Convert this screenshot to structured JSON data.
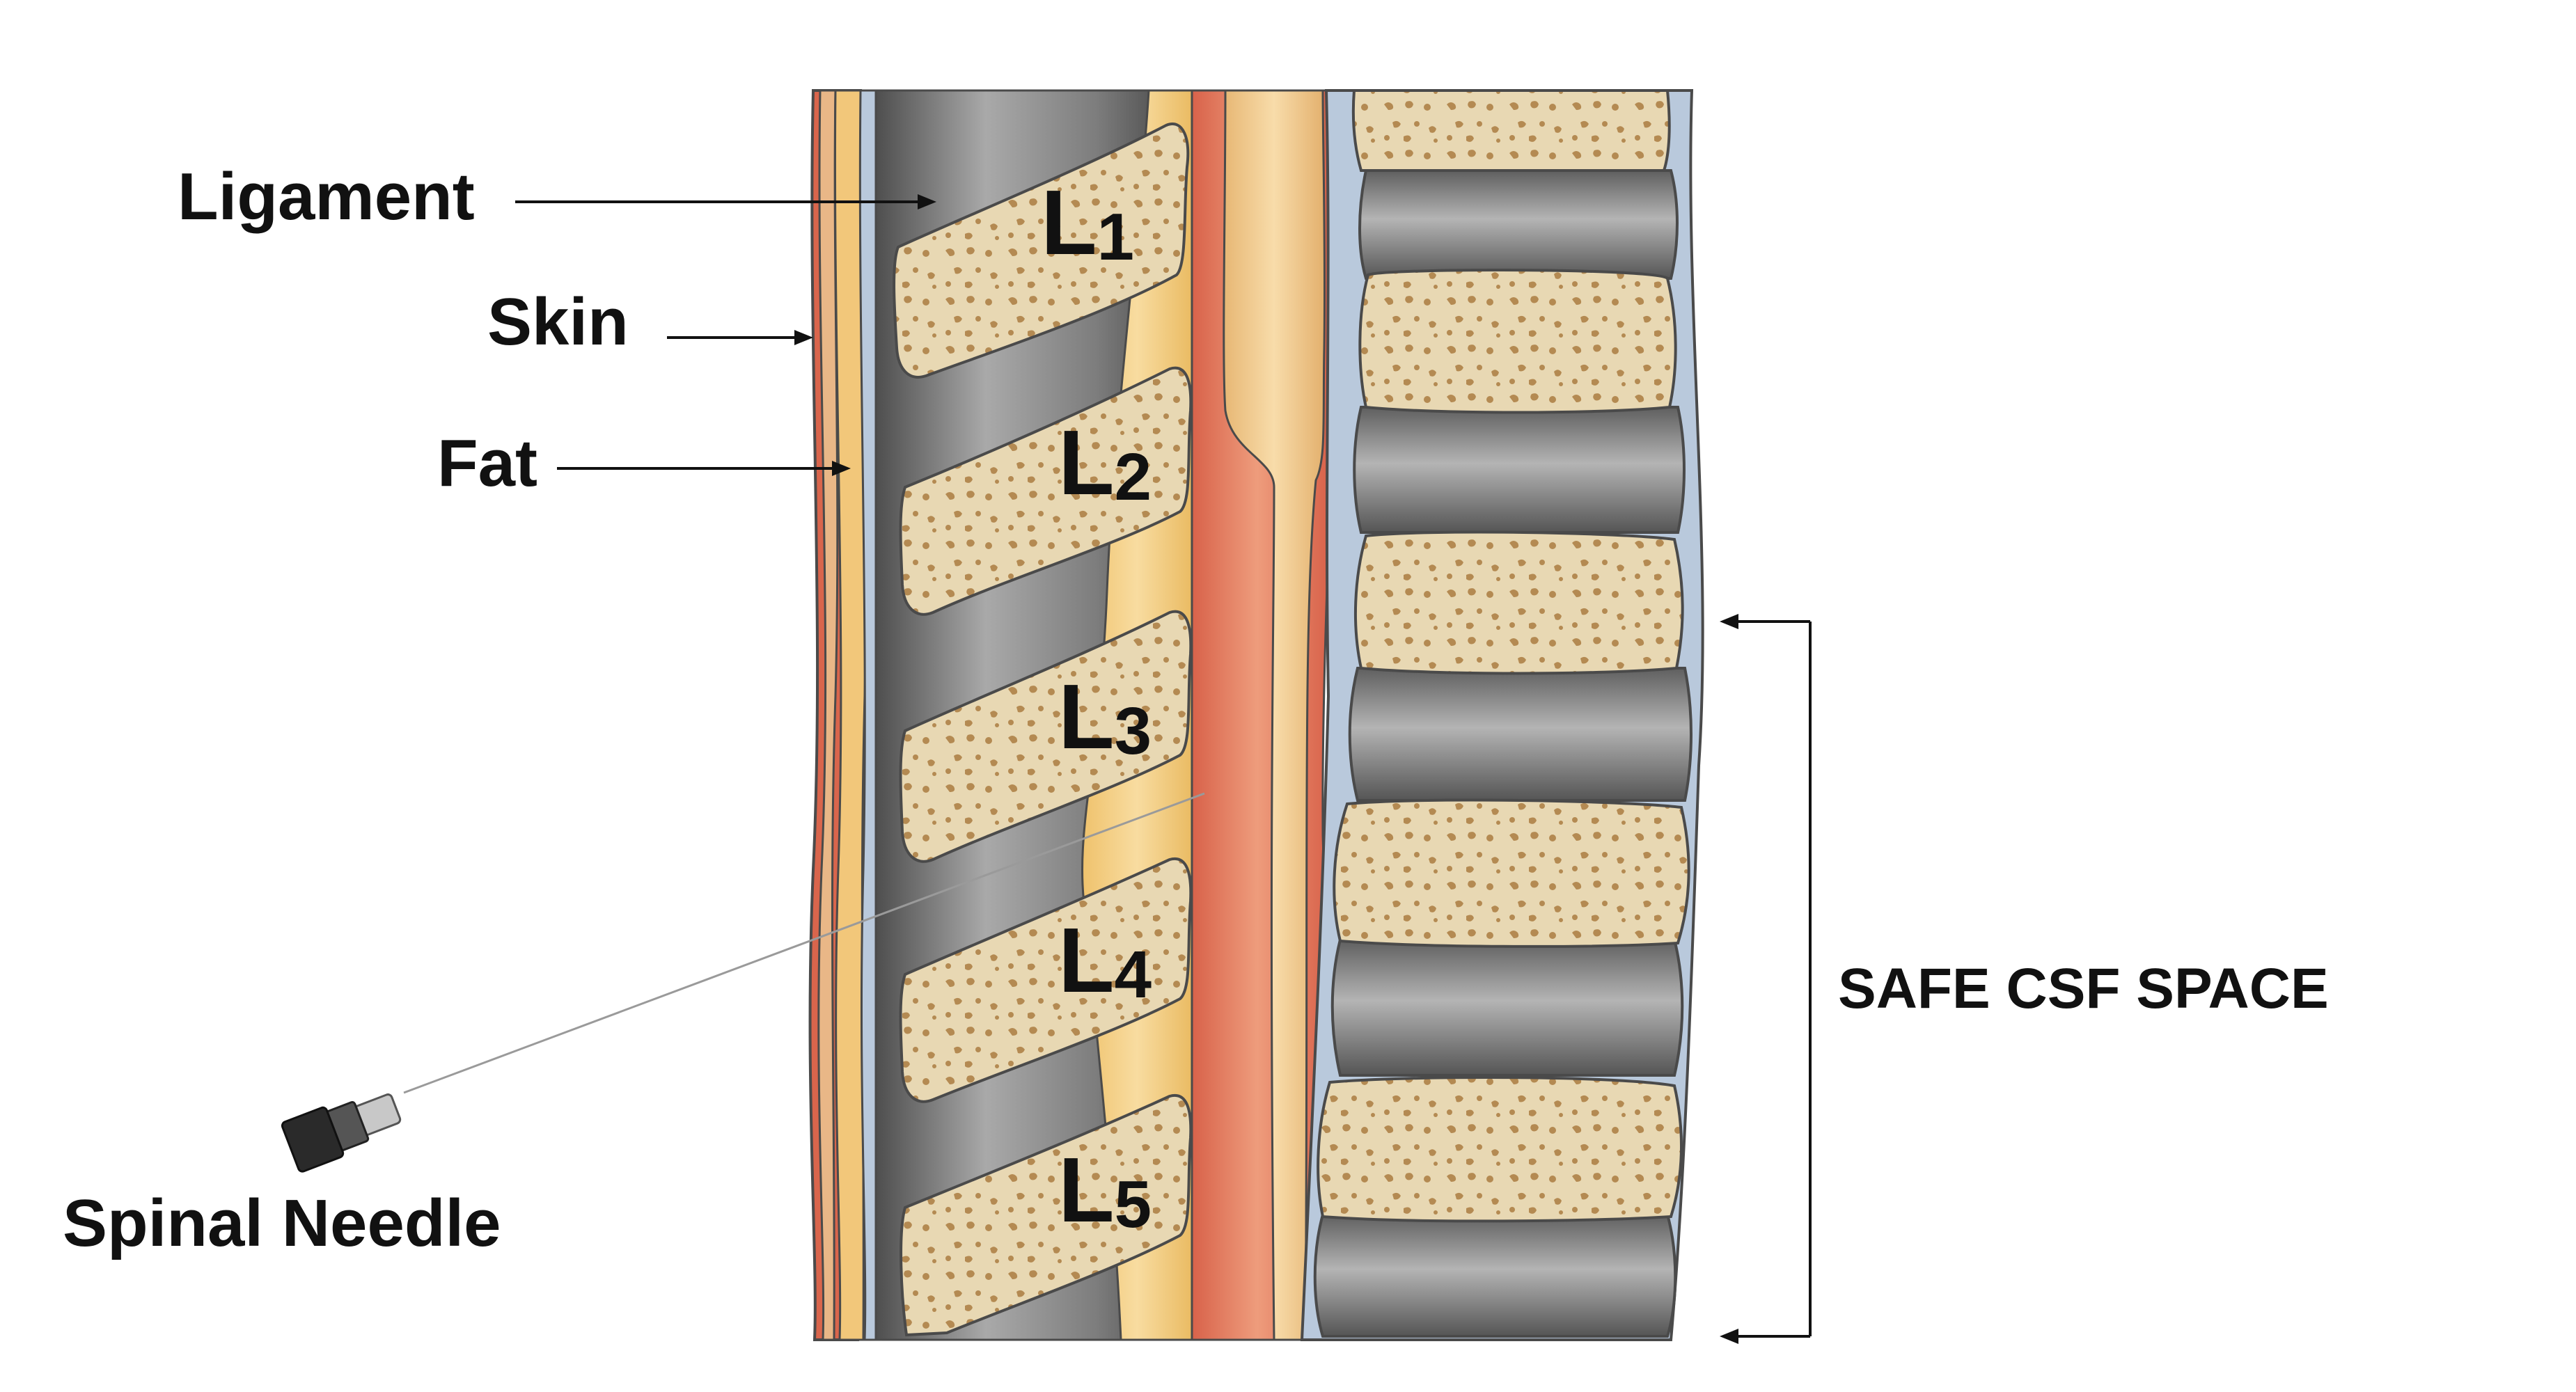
{
  "labels": {
    "ligament": "Ligament",
    "skin": "Skin",
    "fat": "Fat",
    "spinal_needle": "Spinal Needle",
    "safe_space": "SAFE CSF SPACE"
  },
  "vertebrae": [
    {
      "letter": "L",
      "num": "1"
    },
    {
      "letter": "L",
      "num": "2"
    },
    {
      "letter": "L",
      "num": "3"
    },
    {
      "letter": "L",
      "num": "4"
    },
    {
      "letter": "L",
      "num": "5"
    }
  ],
  "colors": {
    "bone_fill": "#e8d8b3",
    "bone_spot": "#b48a52",
    "outline": "#4a4a4a",
    "muscle_red": "#d9654c",
    "fat_yellow": "#f2c77a",
    "skin_tan": "#e9b787",
    "disc_gray": "#8b8b8b",
    "csf_blue": "#b9c9dc",
    "cord_tan": "#f0cf93"
  }
}
